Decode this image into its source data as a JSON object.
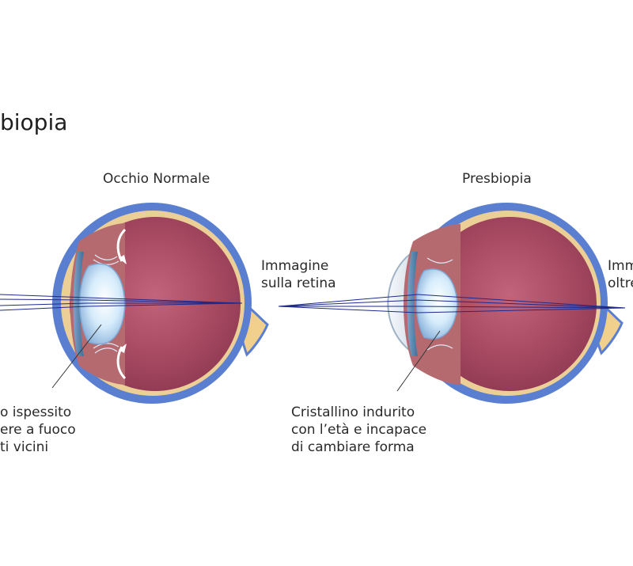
{
  "title": "biopia",
  "normal_eye": {
    "heading": "Occhio Normale",
    "image_label": [
      "Immagine",
      "sulla retina"
    ],
    "lens_label": [
      "o ispessito",
      "ere a fuoco",
      "ti vicini"
    ]
  },
  "presbyopia_eye": {
    "heading": "Presbiopia",
    "image_label": [
      "Imm",
      "oltre"
    ],
    "lens_label": [
      "Cristallino indurito",
      "con l’età e incapace",
      "di cambiare forma"
    ]
  },
  "colors": {
    "sclera": "#5b7fd0",
    "choroid": "#eccf97",
    "vitreous": "#a3475f",
    "iris": "#b56a70",
    "lens": "#d6ecfb",
    "cornea": "#e9eef3",
    "rays": "#1e2a8c",
    "optic_nerve": "#f1cf8c"
  }
}
